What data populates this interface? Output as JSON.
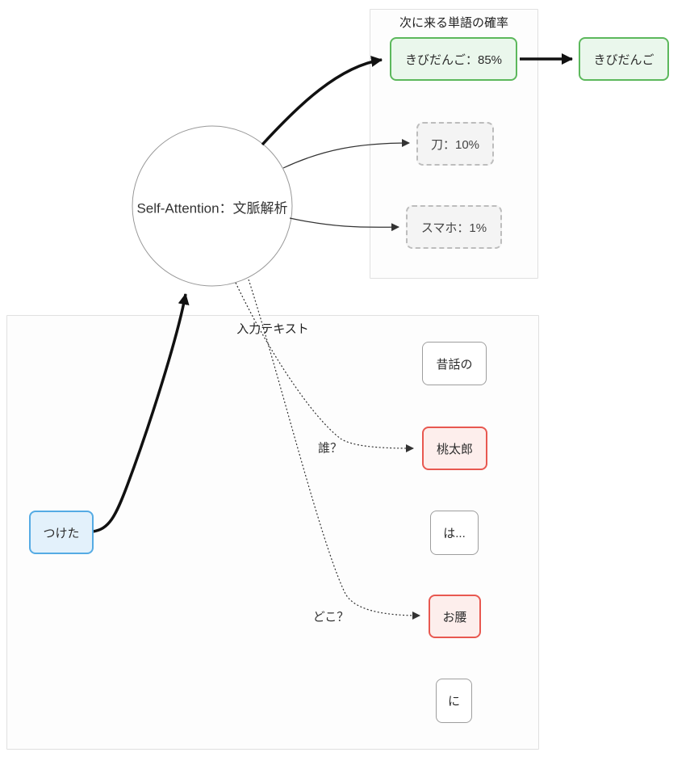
{
  "clusters": {
    "output": {
      "title": "次に来る単語の確率"
    },
    "input": {
      "title": "入力テキスト"
    }
  },
  "attention_node": {
    "label": "Self-Attention：文脈解析"
  },
  "nodes": {
    "kibidango_prob": {
      "label": "きびだんご：85%"
    },
    "katana_prob": {
      "label": "刀：10%"
    },
    "sumaho_prob": {
      "label": "スマホ：1%"
    },
    "kibidango_out": {
      "label": "きびだんご"
    },
    "mukashi": {
      "label": "昔話の"
    },
    "momotaro": {
      "label": "桃太郎"
    },
    "wa": {
      "label": "は..."
    },
    "okoshi": {
      "label": "お腰"
    },
    "ni": {
      "label": "に"
    },
    "tsuketa": {
      "label": "つけた"
    }
  },
  "edge_labels": {
    "who": "誰？",
    "where": "どこ？"
  },
  "colors": {
    "highlight_green": "#5cb85c",
    "highlight_green_bg": "#eaf7ec",
    "highlight_red": "#e85850",
    "highlight_red_bg": "#fdeeec",
    "highlight_blue": "#55abe4",
    "highlight_blue_bg": "#e3f1fb",
    "muted_border": "#bdbdbd",
    "muted_bg": "#f4f4f4",
    "cluster_border": "#e0e0e0",
    "edge_thick": "#111111",
    "edge_thin": "#333333"
  }
}
